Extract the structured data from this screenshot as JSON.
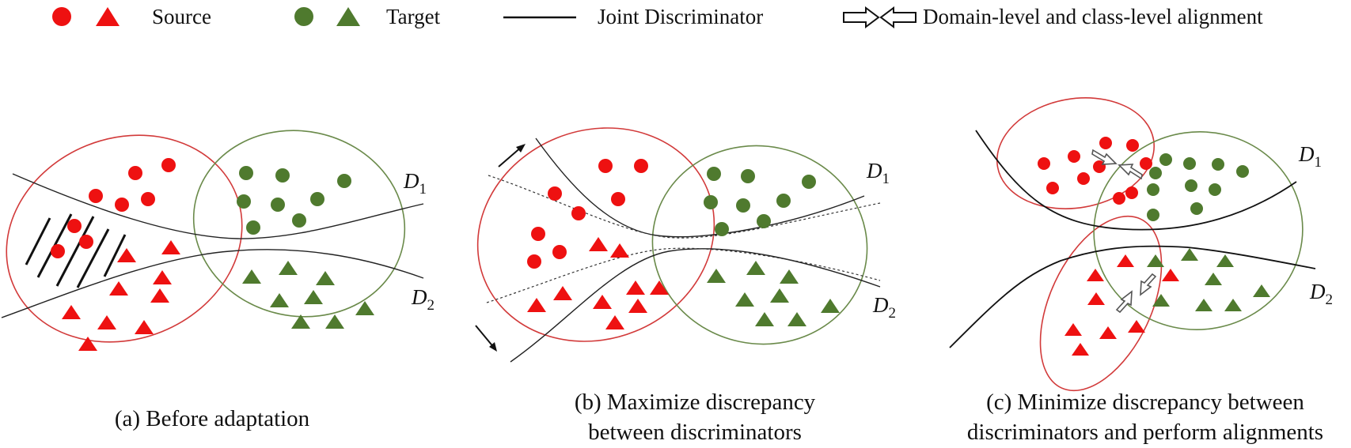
{
  "legend": {
    "source": "Source",
    "target": "Target",
    "joint": "Joint Discriminator",
    "alignment": "Domain-level and class-level alignment"
  },
  "panels": [
    {
      "caption_lines": [
        "(a) Before adaptation"
      ],
      "d1_label": "D",
      "d1_sub": "1",
      "d2_label": "D",
      "d2_sub": "2"
    },
    {
      "caption_lines": [
        "(b) Maximize discrepancy",
        "between discriminators"
      ],
      "d1_label": "D",
      "d1_sub": "1",
      "d2_label": "D",
      "d2_sub": "2"
    },
    {
      "caption_lines": [
        "(c) Minimize discrepancy between",
        "discriminators and perform alignments"
      ],
      "d1_label": "D",
      "d1_sub": "1",
      "d2_label": "D",
      "d2_sub": "2"
    }
  ],
  "colors": {
    "source": "#ee1111",
    "target": "#4f7a2e",
    "source_ellipse": "#d23a3a",
    "target_ellipse": "#6a8a4a",
    "line": "#111111"
  }
}
